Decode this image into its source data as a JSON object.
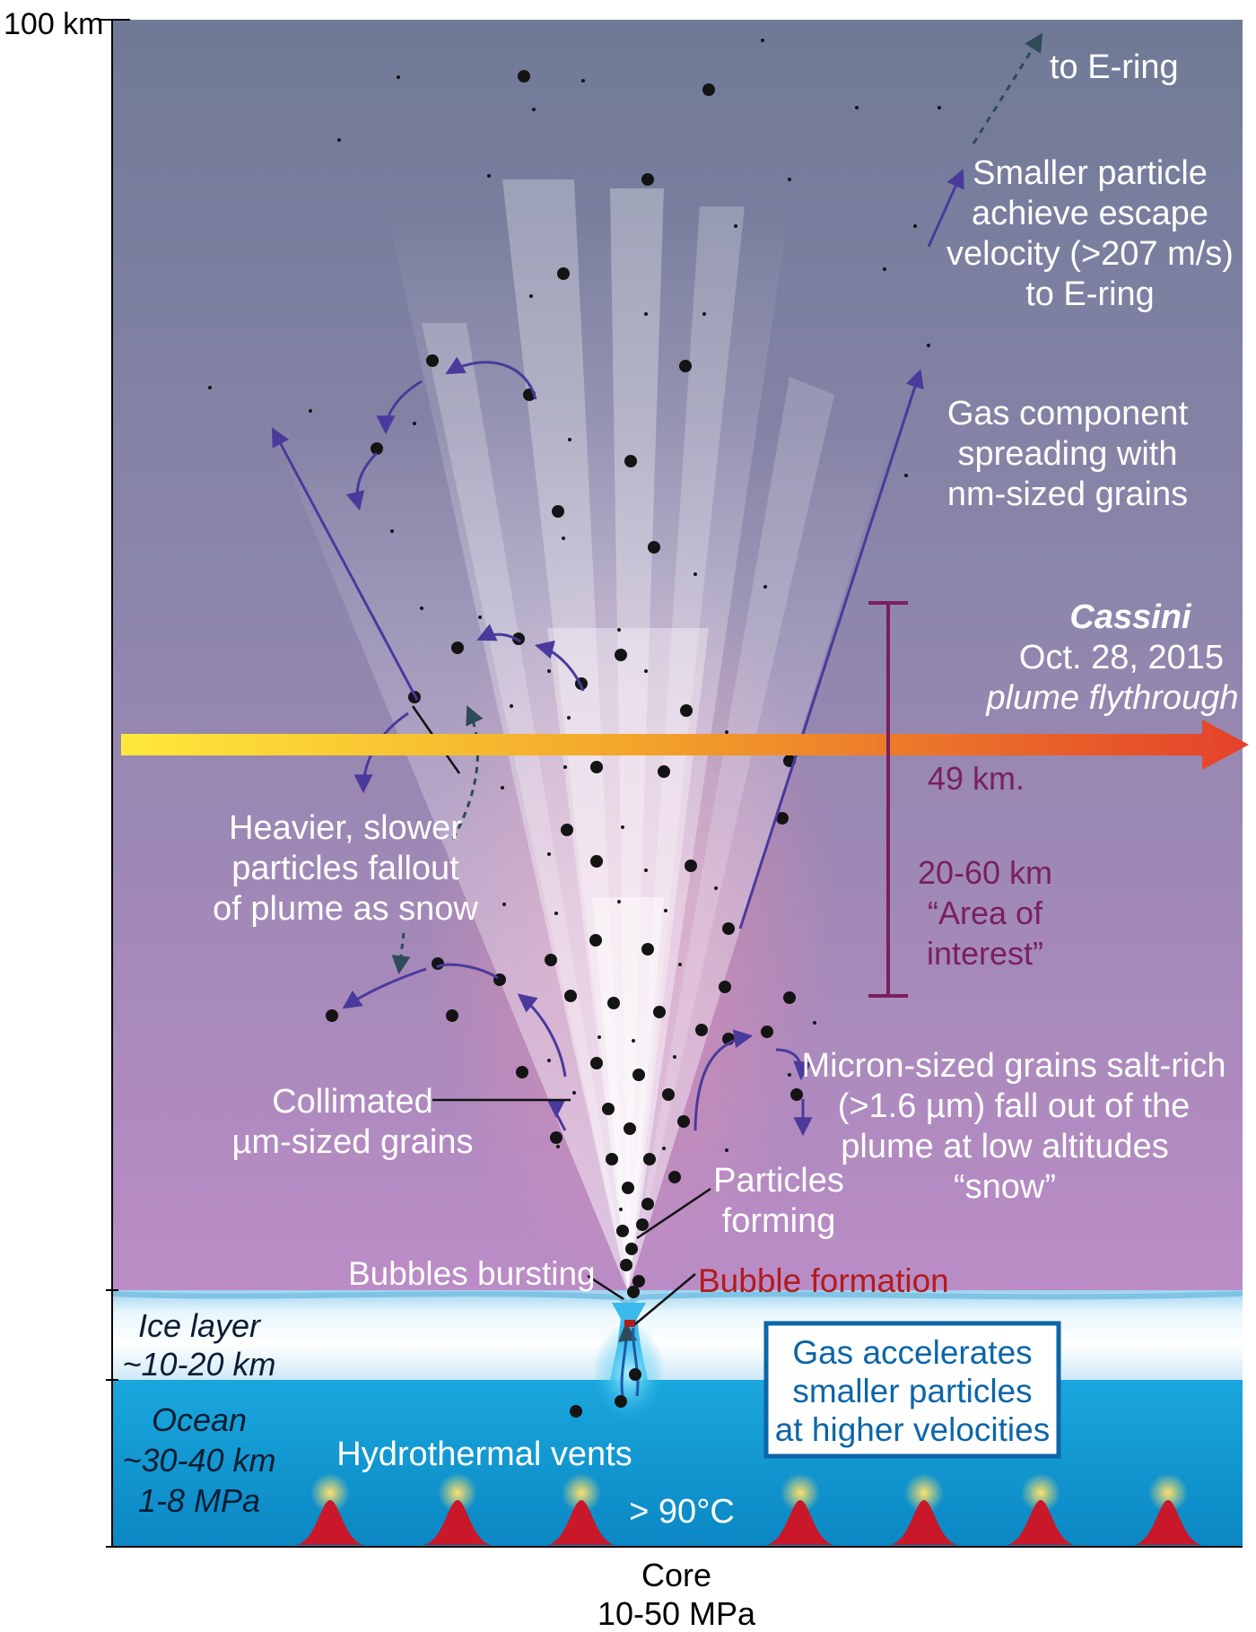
{
  "scale": {
    "top_label": "100 km"
  },
  "atmosphere": {
    "to_ering": "to E-ring",
    "escape_note": [
      "Smaller particle",
      "achieve escape",
      "velocity (>207 m/s)",
      "to E-ring"
    ],
    "gas_component": [
      "Gas component",
      "spreading with",
      "nm-sized grains"
    ],
    "heavier_particles": [
      "Heavier, slower",
      "particles fallout",
      "of plume as snow"
    ],
    "collimated": [
      "Collimated",
      "µm-sized grains"
    ],
    "micron_grains": [
      "Micron-sized grains salt-rich",
      "(>1.6 µm) fall out of the",
      "plume at low altitudes",
      "“snow”"
    ],
    "particles_forming": [
      "Particles",
      "forming"
    ],
    "bubbles_bursting": "Bubbles bursting",
    "bubble_formation": "Bubble formation"
  },
  "cassini": {
    "name": "Cassini",
    "date": "Oct. 28, 2015",
    "event": "plume flythrough",
    "altitude": "49 km.",
    "area": [
      "20-60 km",
      "“Area of",
      "interest”"
    ]
  },
  "layers": {
    "ice": [
      "Ice layer",
      "~10-20 km"
    ],
    "ocean": [
      "Ocean",
      "~30-40 km",
      "1-8 MPa"
    ],
    "vents": "Hydrothermal vents",
    "temperature": "> 90°C",
    "gas_box": [
      "Gas accelerates",
      "smaller particles",
      "at higher velocities"
    ],
    "core": [
      "Core",
      "10-50 MPa"
    ]
  },
  "colors": {
    "sky_top": "#6f7a96",
    "sky_bottom": "#b98cc4",
    "ice": "#dff1fb",
    "ocean": "#0f93cf",
    "arrow": "#4a3a9c",
    "bubble_red": "#b01c1c",
    "area_marker": "#7a1f5e",
    "box_border": "#0c66a8",
    "vent_red": "#c8182a"
  }
}
